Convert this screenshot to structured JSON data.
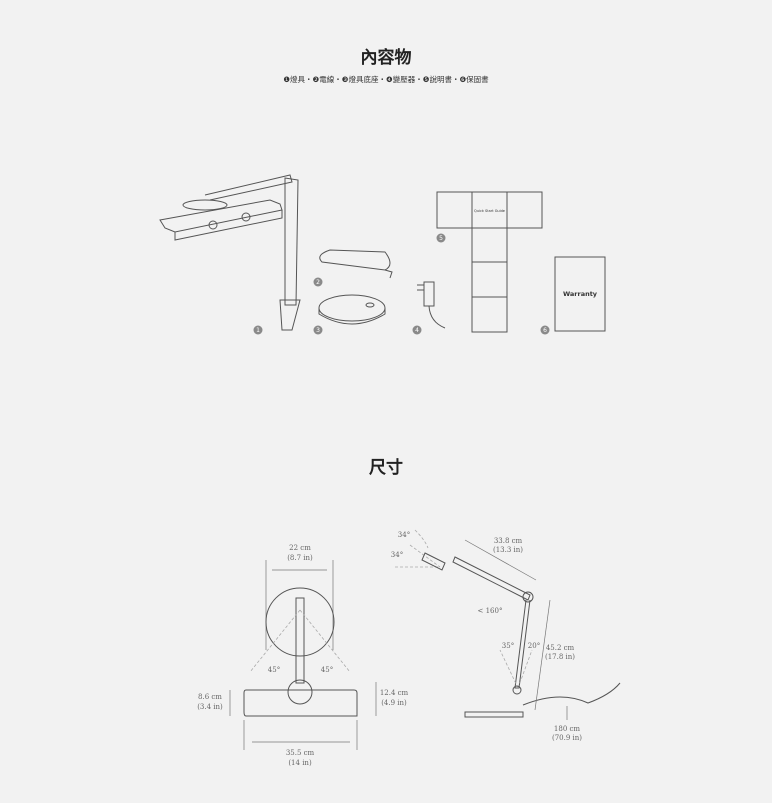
{
  "contents": {
    "title": "內容物",
    "items_line": "❶燈具・❷電線・❸燈具底座・❹變壓器・❺說明書・❻保固書",
    "badges": [
      "1",
      "2",
      "3",
      "4",
      "5",
      "6"
    ],
    "guide_label": "Quick Start Guide",
    "warranty_label": "Warranty"
  },
  "dimensions": {
    "title": "尺寸",
    "front": {
      "head_width": "22 cm",
      "head_width_in": "(8.7 in)",
      "angle_left": "45°",
      "angle_right": "45°",
      "base_height": "8.6 cm",
      "base_height_in": "(3.4 in)",
      "height": "12.4 cm",
      "height_in": "(4.9 in)",
      "base_width": "35.5 cm",
      "base_width_in": "(14 in)"
    },
    "side": {
      "tilt_up": "34°",
      "tilt_down": "34°",
      "arm_length": "33.8 cm",
      "arm_length_in": "(13.3 in)",
      "elbow_angle": "< 160°",
      "back_angle": "35°",
      "forward_angle": "20°",
      "total_height": "45.2 cm",
      "total_height_in": "(17.8 in)",
      "cable_length": "180 cm",
      "cable_length_in": "(70.9 in)"
    }
  }
}
